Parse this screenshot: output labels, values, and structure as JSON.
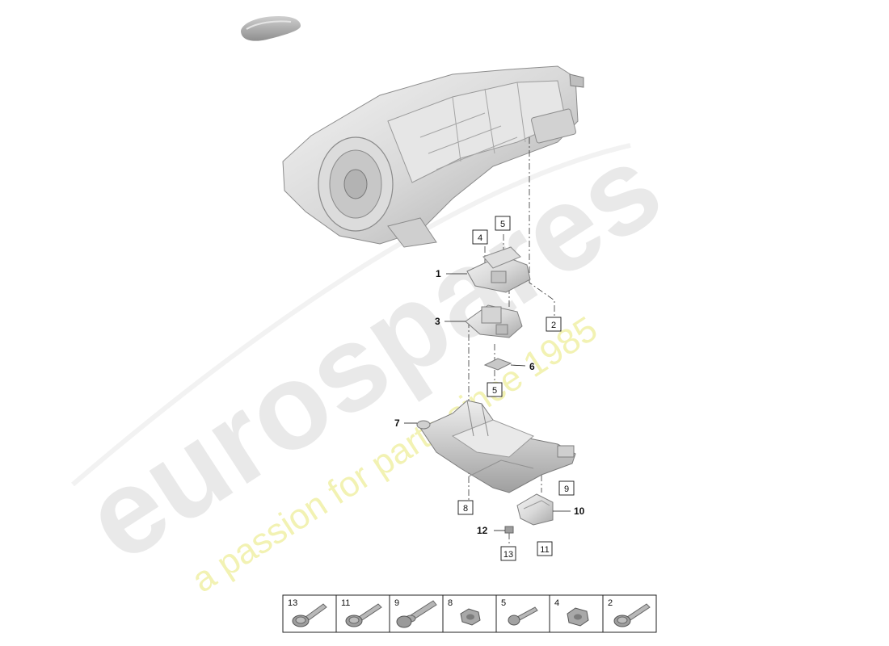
{
  "watermark": {
    "brand": "eurospares",
    "tagline": "a passion for parts since 1985",
    "brand_color": "#d7d7d7",
    "tagline_color": "#eeee9a"
  },
  "callouts": {
    "c1": "1",
    "c3": "3",
    "c6": "6",
    "c7": "7",
    "c10": "10",
    "c12": "12"
  },
  "boxed_refs": {
    "b4": "4",
    "b5a": "5",
    "b2": "2",
    "b5b": "5",
    "b8": "8",
    "b9": "9",
    "b11": "11",
    "b13": "13"
  },
  "hardware_strip": [
    {
      "num": "13",
      "icon": "hex-flange-bolt-icon"
    },
    {
      "num": "11",
      "icon": "hex-flange-bolt-icon"
    },
    {
      "num": "9",
      "icon": "torx-shoulder-bolt-icon"
    },
    {
      "num": "8",
      "icon": "hex-nut-icon"
    },
    {
      "num": "5",
      "icon": "torx-bolt-icon"
    },
    {
      "num": "4",
      "icon": "hex-nut-icon"
    },
    {
      "num": "2",
      "icon": "hex-flange-bolt-icon"
    }
  ]
}
